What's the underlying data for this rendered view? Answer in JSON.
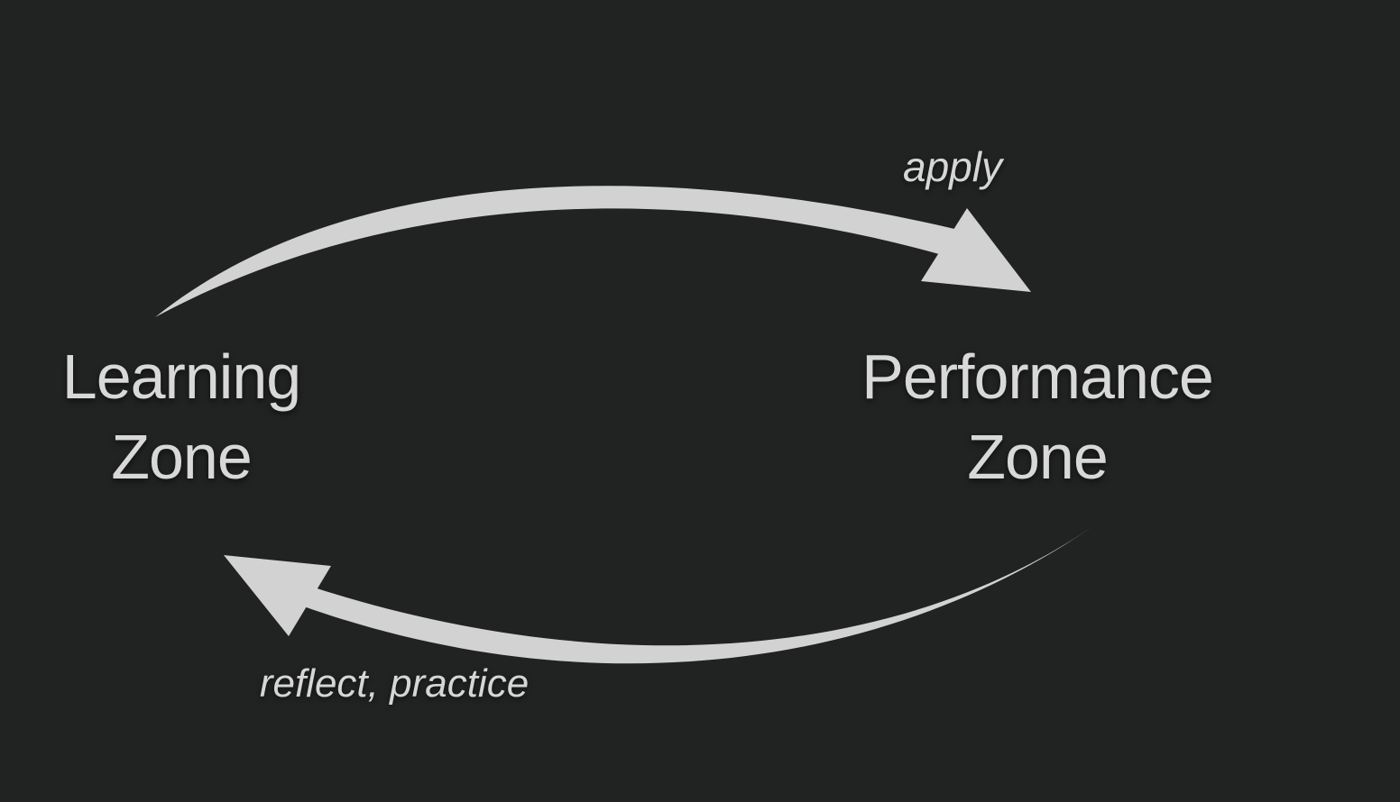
{
  "slide": {
    "background_color": "#212222",
    "text_color": "#d8d8d8",
    "arrow_color": "#d2d2d2"
  },
  "diagram": {
    "type": "cycle",
    "nodes": [
      {
        "id": "learning-zone",
        "label": "Learning Zone",
        "lines": [
          "Learning",
          "Zone"
        ]
      },
      {
        "id": "performance-zone",
        "label": "Performance Zone",
        "lines": [
          "Performance",
          "Zone"
        ]
      }
    ],
    "arrows": [
      {
        "id": "apply-arrow",
        "label": "apply",
        "from": "Learning Zone",
        "to": "Performance Zone",
        "position": "top",
        "direction": "left-to-right"
      },
      {
        "id": "reflect-arrow",
        "label": "reflect, practice",
        "from": "Performance Zone",
        "to": "Learning Zone",
        "position": "bottom",
        "direction": "right-to-left"
      }
    ]
  }
}
